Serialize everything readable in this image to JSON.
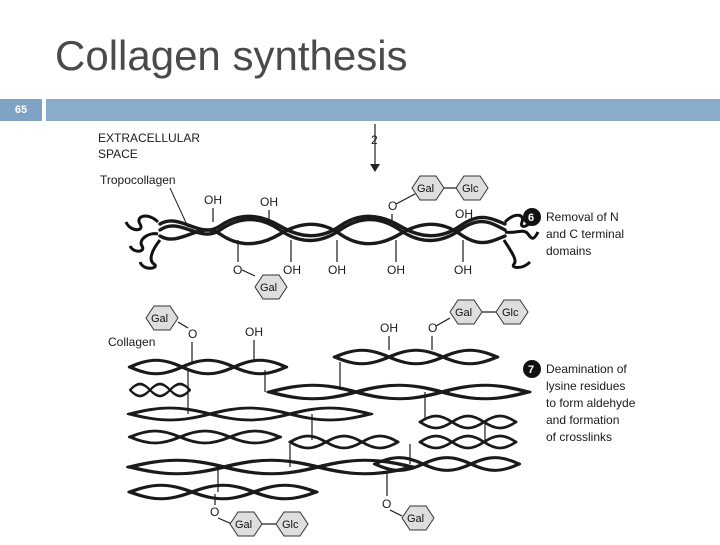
{
  "slide": {
    "title": "Collagen synthesis",
    "number": "65"
  },
  "colors": {
    "title_bar": "#8aaccb",
    "slide_number_bg": "#7fa3c4",
    "strand": "#1a1a1a",
    "sugar": "#dedede"
  },
  "figure": {
    "space_label_line1": "EXTRACELLULAR",
    "space_label_line2": "SPACE",
    "arrow_label": "2",
    "tropocollagen_label": "Tropocollagen",
    "collagen_label": "Collagen",
    "hydroxyl": "OH",
    "oxygen": "O",
    "sugar_gal": "Gal",
    "sugar_glc": "Glc",
    "step6": {
      "number": "6",
      "line1": "Removal of N",
      "line2": "and C terminal",
      "line3": "domains"
    },
    "step7": {
      "number": "7",
      "line1": "Deamination of",
      "line2": "lysine residues",
      "line3": "to form aldehyde",
      "line4": "and formation",
      "line5": "of crosslinks"
    }
  }
}
